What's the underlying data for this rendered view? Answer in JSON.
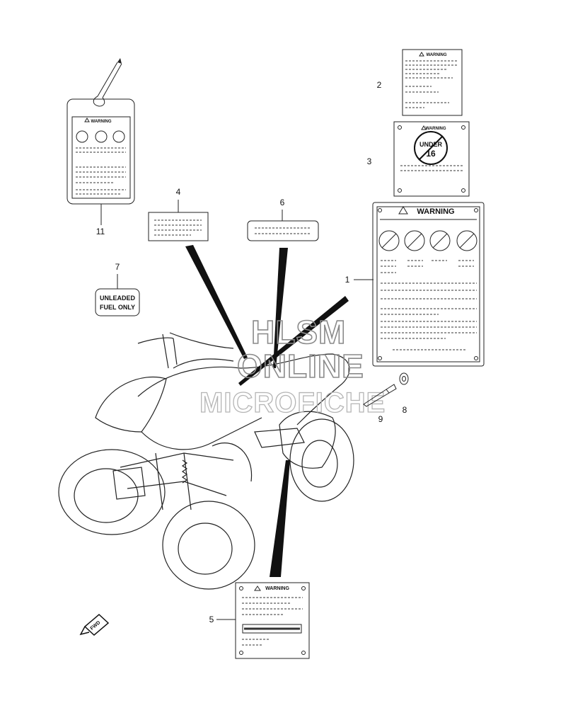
{
  "diagram": {
    "callouts": [
      "1",
      "2",
      "3",
      "4",
      "5",
      "6",
      "7",
      "8",
      "9",
      "11"
    ],
    "labels": {
      "warning": "WARNING",
      "fuel_line1": "UNLEADED",
      "fuel_line2": "FUEL ONLY",
      "age_top": "UNDER",
      "age_num": "16",
      "fwd": "FWD"
    },
    "watermark": [
      "HLSM",
      "ONLINE",
      "MICROFICHE"
    ]
  }
}
